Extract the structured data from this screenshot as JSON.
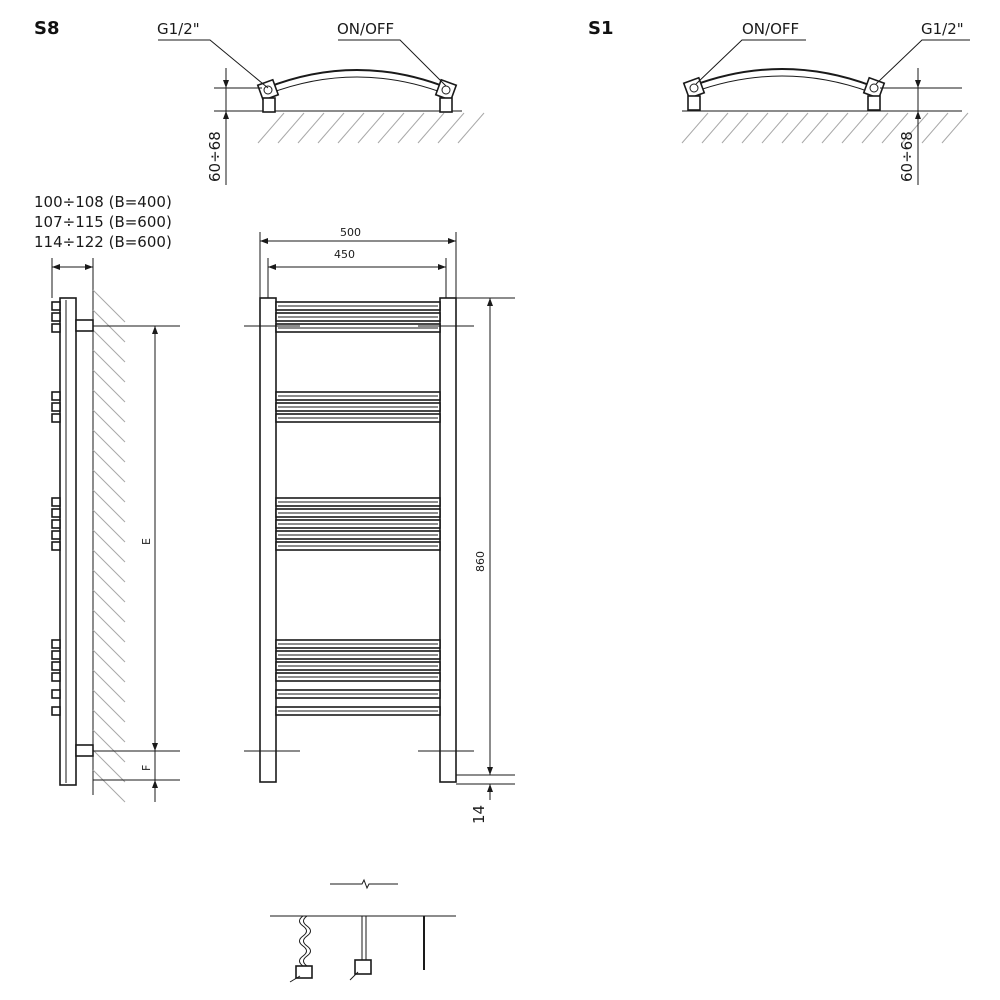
{
  "labels": {
    "s8": "S8",
    "s1": "S1",
    "thread": "G1/2\"",
    "switch": "ON/OFF",
    "wall_gap": "60÷68",
    "depth_line_1": "100÷108 (B=400)",
    "depth_line_2": "107÷115 (B=600)",
    "depth_line_3": "114÷122 (B=600)",
    "width_outer": "500",
    "width_inner": "450",
    "height": "860",
    "dim_e": "E",
    "dim_f": "F",
    "bottom_offset": "14"
  },
  "radiator": {
    "bar_groups": [
      {
        "count": 3
      },
      {
        "count": 3
      },
      {
        "count": 5
      },
      {
        "count": 6
      }
    ]
  },
  "colors": {
    "line": "#1a1a1a",
    "hatch": "#a8a8a8",
    "background": "#ffffff"
  }
}
